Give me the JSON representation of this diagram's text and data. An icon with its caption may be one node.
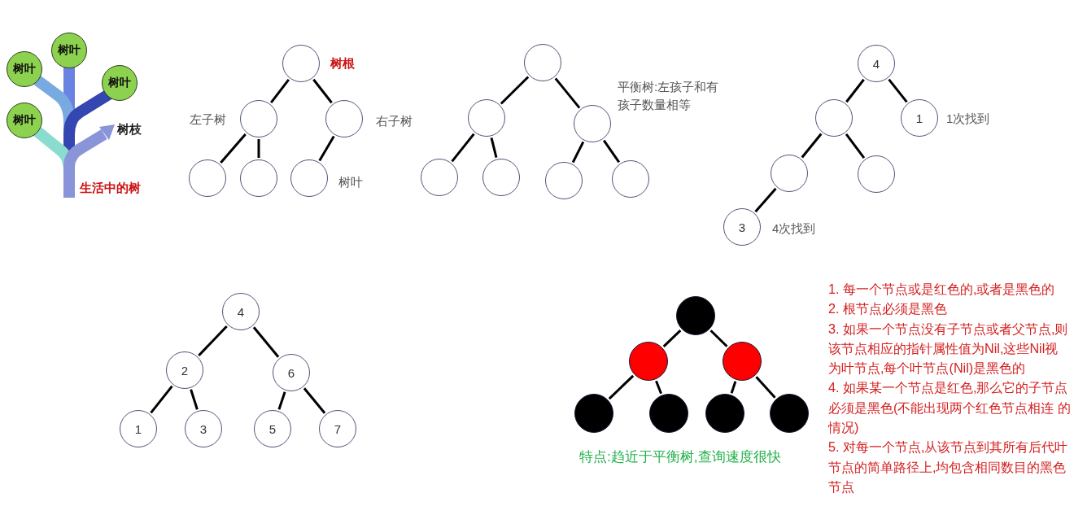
{
  "diagram": {
    "nodes": [
      {
        "text": [
          "树叶"
        ]
      },
      {
        "text": [
          "树叶"
        ]
      },
      {
        "text": [
          "树叶"
        ]
      },
      {
        "text": [
          "树叶"
        ]
      },
      {
        "text": [],
        "shape": "circle",
        "beside": [
          "树根"
        ]
      },
      {
        "text": [],
        "shape": "circle",
        "beside": [
          "左子树"
        ]
      },
      {
        "text": [],
        "shape": "circle",
        "beside": [
          "右子树"
        ]
      },
      {
        "text": [],
        "shape": "circle"
      },
      {
        "text": [],
        "shape": "circle"
      },
      {
        "text": [],
        "shape": "circle",
        "beside": [
          "树叶"
        ]
      },
      {
        "text": [],
        "shape": "circle"
      },
      {
        "text": [],
        "shape": "circle"
      },
      {
        "text": [],
        "shape": "circle"
      },
      {
        "text": [],
        "shape": "circle"
      },
      {
        "text": [],
        "shape": "circle"
      },
      {
        "text": [],
        "shape": "circle"
      },
      {
        "text": [],
        "shape": "circle"
      },
      {
        "text": [
          "4"
        ]
      },
      {
        "text": [],
        "shape": "circle"
      },
      {
        "text": [
          "1"
        ],
        "beside": [
          "1次找到"
        ]
      },
      {
        "text": [],
        "shape": "circle"
      },
      {
        "text": [],
        "shape": "circle"
      },
      {
        "text": [
          "3"
        ],
        "beside": [
          "4次找到"
        ]
      },
      {
        "text": [
          "4"
        ]
      },
      {
        "text": [
          "2"
        ]
      },
      {
        "text": [
          "6"
        ]
      },
      {
        "text": [
          "1"
        ]
      },
      {
        "text": [
          "3"
        ]
      },
      {
        "text": [
          "5"
        ]
      },
      {
        "text": [
          "7"
        ]
      },
      {
        "text": [],
        "shape": "circle"
      },
      {
        "text": [],
        "shape": "circle"
      },
      {
        "text": [],
        "shape": "circle"
      },
      {
        "text": [],
        "shape": "circle"
      },
      {
        "text": [],
        "shape": "circle"
      },
      {
        "text": [],
        "shape": "circle"
      },
      {
        "text": [],
        "shape": "circle"
      }
    ],
    "edges": [
      {
        "from": 4,
        "to": 5,
        "arrow": "none"
      },
      {
        "from": 4,
        "to": 6,
        "arrow": "none"
      },
      {
        "from": 5,
        "to": 7,
        "arrow": "none"
      },
      {
        "from": 5,
        "to": 8,
        "arrow": "none"
      },
      {
        "from": 6,
        "to": 9,
        "arrow": "none"
      },
      {
        "from": 10,
        "to": 11,
        "arrow": "none"
      },
      {
        "from": 10,
        "to": 12,
        "arrow": "none"
      },
      {
        "from": 11,
        "to": 13,
        "arrow": "none"
      },
      {
        "from": 11,
        "to": 14,
        "arrow": "none"
      },
      {
        "from": 12,
        "to": 15,
        "arrow": "none"
      },
      {
        "from": 12,
        "to": 16,
        "arrow": "none"
      },
      {
        "from": 17,
        "to": 18,
        "arrow": "none"
      },
      {
        "from": 17,
        "to": 19,
        "arrow": "none"
      },
      {
        "from": 18,
        "to": 20,
        "arrow": "none"
      },
      {
        "from": 18,
        "to": 21,
        "arrow": "none"
      },
      {
        "from": 20,
        "to": 22,
        "arrow": "none"
      },
      {
        "from": 23,
        "to": 24,
        "arrow": "none"
      },
      {
        "from": 23,
        "to": 25,
        "arrow": "none"
      },
      {
        "from": 24,
        "to": 26,
        "arrow": "none"
      },
      {
        "from": 24,
        "to": 27,
        "arrow": "none"
      },
      {
        "from": 25,
        "to": 28,
        "arrow": "none"
      },
      {
        "from": 25,
        "to": 29,
        "arrow": "none"
      },
      {
        "from": 30,
        "to": 31,
        "arrow": "none"
      },
      {
        "from": 30,
        "to": 32,
        "arrow": "none"
      },
      {
        "from": 31,
        "to": 33,
        "arrow": "none"
      },
      {
        "from": 31,
        "to": 34,
        "arrow": "none"
      },
      {
        "from": 32,
        "to": 35,
        "arrow": "none"
      },
      {
        "from": 32,
        "to": 36,
        "arrow": "none"
      }
    ],
    "labels": [
      "树枝",
      "生活中的树",
      "平衡树:左孩子和有孩子数量相等",
      "特点:趋近于平衡树,查询速度很快",
      "1. 每一个节点或是红色的,或者是黑色的",
      "2. 根节点必须是黑色",
      "3. 如果一个节点没有子节点或者父节点,则该节点相应的指针属性值为Nil,这些Nil视为叶节点,每个叶节点(Nil)是黑色的",
      "4. 如果某一个节点是红色,那么它的子节点必须是黑色(不能出现两个红色节点相连 的情况)",
      "5. 对每一个节点,从该节点到其所有后代叶节点的简单路径上,均包含相同数目的黑色节点"
    ]
  }
}
